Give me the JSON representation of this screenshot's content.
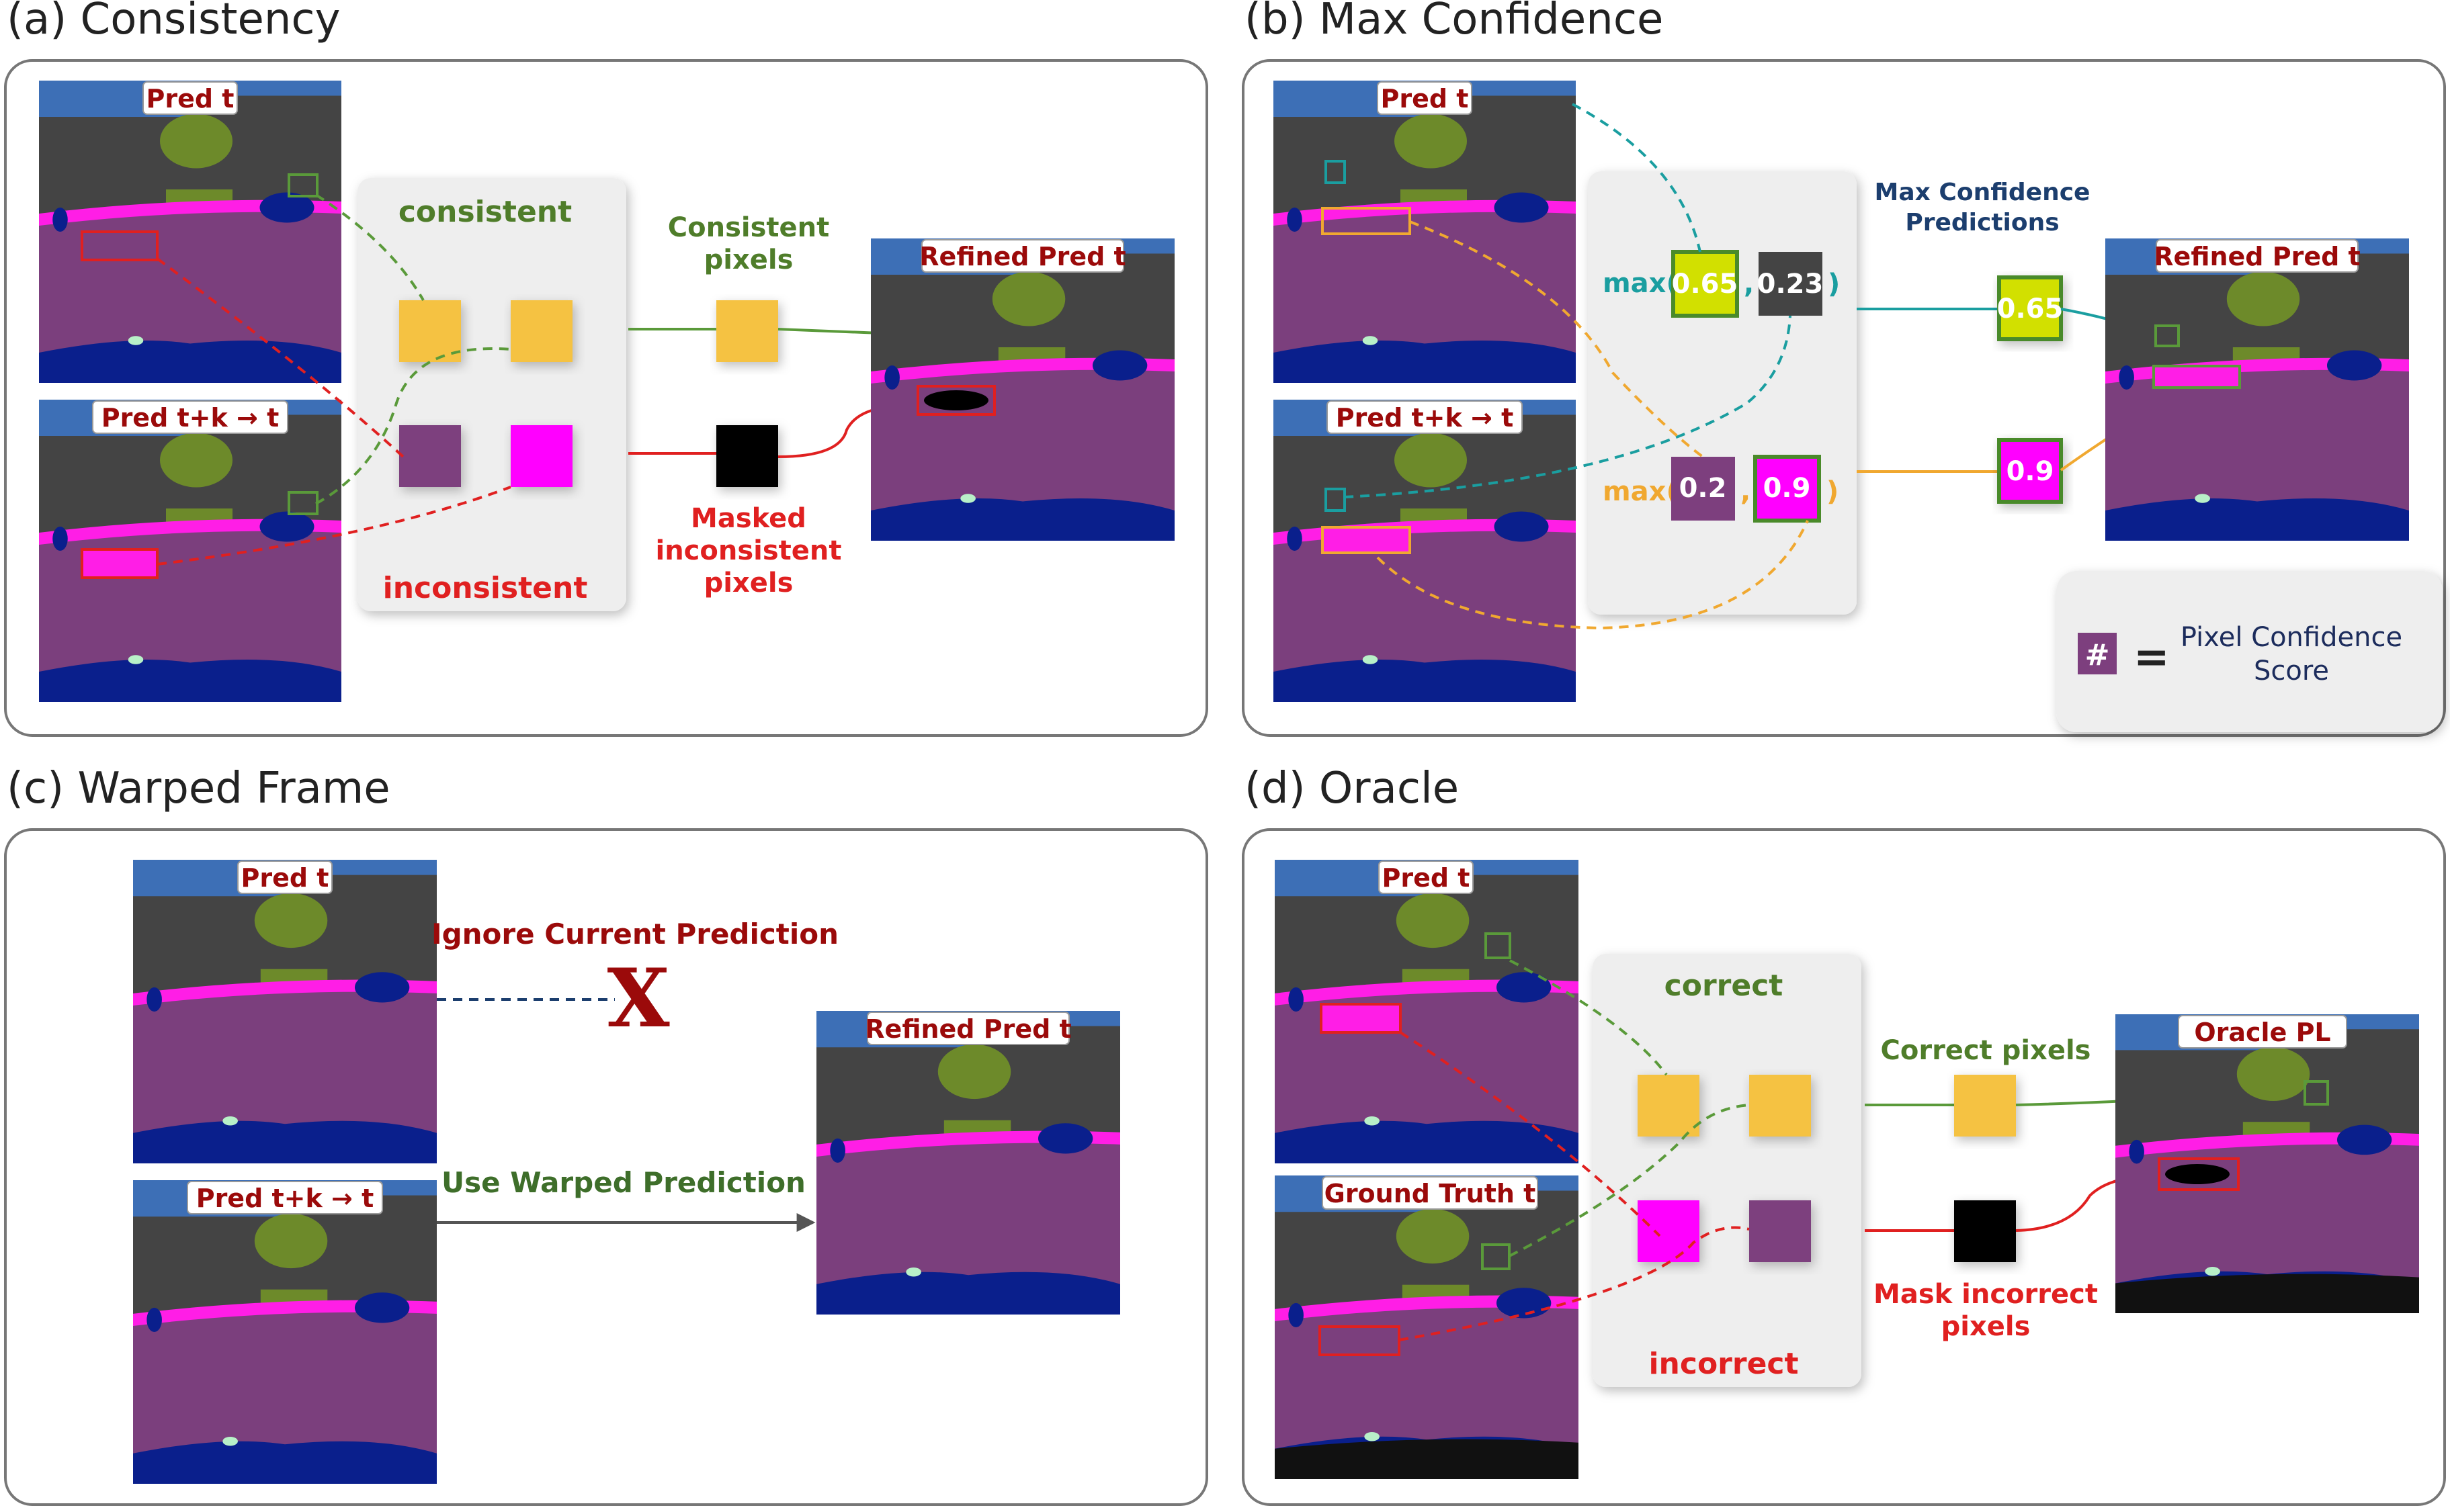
{
  "panels": {
    "a": {
      "title": "(a) Consistency",
      "pred_t": "Pred t",
      "pred_tk": "Pred t+k → t",
      "consistent": "consistent",
      "inconsistent": "inconsistent",
      "consistent_pixels": [
        "Consistent",
        "pixels"
      ],
      "masked_pixels": [
        "Masked",
        "inconsistent",
        "pixels"
      ],
      "refined": "Refined Pred t"
    },
    "b": {
      "title": "(b) Max Confidence",
      "pred_t": "Pred t",
      "pred_tk": "Pred t+k → t",
      "max_word": "max(",
      "close_paren": ")",
      "comma": ",",
      "top_scores": [
        "0.65",
        "0.23"
      ],
      "bottom_scores": [
        "0.2",
        "0.9"
      ],
      "max_label": [
        "Max  Confidence",
        "Predictions"
      ],
      "result_top": "0.65",
      "result_bottom": "0.9",
      "refined": "Refined Pred t",
      "legend_symbol": "#",
      "legend_eq": "=",
      "legend_text": [
        "Pixel Confidence",
        "Score"
      ]
    },
    "c": {
      "title": "(c) Warped Frame",
      "pred_t": "Pred t",
      "pred_tk": "Pred t+k → t",
      "ignore": "Ignore Current Prediction",
      "x_mark": "X",
      "use": "Use Warped Prediction",
      "refined": "Refined Pred t"
    },
    "d": {
      "title": "(d) Oracle",
      "pred_t": "Pred t",
      "gt": "Ground Truth t",
      "correct": "correct",
      "incorrect": "incorrect",
      "correct_pixels": "Correct  pixels",
      "mask_pixels": [
        "Mask incorrect",
        "pixels"
      ],
      "oracle": "Oracle PL"
    }
  },
  "colors": {
    "sky": "#3d6fb6",
    "building": "#444444",
    "vegetation": "#6d8a2a",
    "road": "#7b3f7d",
    "sidewalk": "#ff1ee6",
    "car": "#0a1f8c",
    "yellow_square": "#f5c242",
    "magenta_square": "#ff00ff",
    "purple_square": "#7d3f7e",
    "green": "#5a9a3a",
    "red": "#e02020",
    "teal": "#1a9ea0",
    "orange": "#f0a830",
    "dark_red_text": "#9b0a0a",
    "navy_text": "#1c3e6e"
  }
}
